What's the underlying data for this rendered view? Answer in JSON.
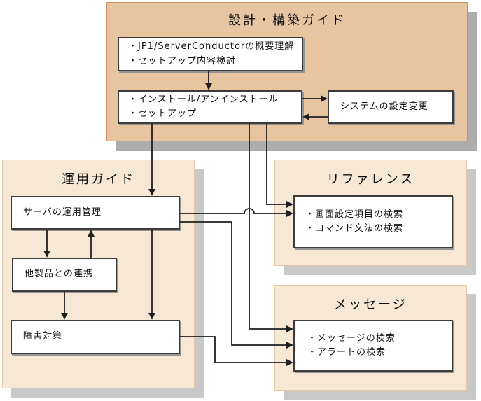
{
  "diagram": {
    "regions": {
      "design": {
        "title": "設計・構築ガイド"
      },
      "operation": {
        "title": "運用ガイド"
      },
      "reference": {
        "title": "リファレンス"
      },
      "message": {
        "title": "メッセージ"
      }
    },
    "nodes": {
      "overview": {
        "lines": [
          "・JP1/ServerConductorの概要理解",
          "・セットアップ内容検討"
        ]
      },
      "install_setup": {
        "lines": [
          "・インストール/アンインストール",
          "・セットアップ"
        ]
      },
      "system_config": {
        "lines": [
          "システムの設定変更"
        ]
      },
      "server_operation": {
        "lines": [
          "サーバの運用管理"
        ]
      },
      "product_link": {
        "lines": [
          "他製品との連携"
        ]
      },
      "troubleshooting": {
        "lines": [
          "障害対策"
        ]
      },
      "reference_search": {
        "lines": [
          "・画面設定項目の検索",
          "・コマンド文法の検索"
        ]
      },
      "message_search": {
        "lines": [
          "・メッセージの検索",
          "・アラートの検索"
        ]
      }
    },
    "edges": [
      {
        "from": "overview",
        "to": "install_setup"
      },
      {
        "from": "install_setup",
        "to": "system_config"
      },
      {
        "from": "system_config",
        "to": "install_setup"
      },
      {
        "from": "install_setup",
        "to": "server_operation"
      },
      {
        "from": "install_setup",
        "to": "reference_search"
      },
      {
        "from": "install_setup",
        "to": "message_search"
      },
      {
        "from": "server_operation",
        "to": "reference_search"
      },
      {
        "from": "server_operation",
        "to": "message_search"
      },
      {
        "from": "server_operation",
        "to": "product_link"
      },
      {
        "from": "product_link",
        "to": "server_operation"
      },
      {
        "from": "product_link",
        "to": "troubleshooting"
      },
      {
        "from": "server_operation",
        "to": "troubleshooting"
      },
      {
        "from": "troubleshooting",
        "to": "message_search"
      }
    ],
    "colors": {
      "top_region_fill": "#e7c5a1",
      "top_region_border": "#c9925c",
      "top_region_shadow": "#adadad",
      "light_region_fill": "#f7e8d5",
      "light_region_border": "#e3c7a7",
      "light_region_shadow": "#c9c9c9",
      "node_fill": "#ffffff",
      "node_border": "#3c3c3c",
      "node_shadow": "#949494",
      "connector": "#1f1f1f",
      "text": "#0d0d0d"
    }
  }
}
